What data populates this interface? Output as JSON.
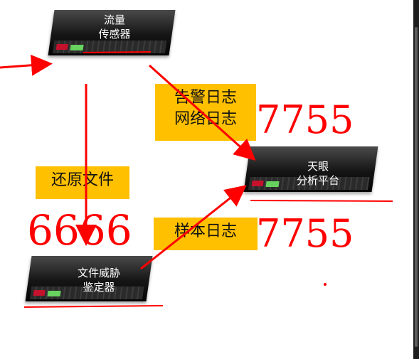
{
  "devices": {
    "traffic_sensor": "流量\n传感器",
    "file_threat": "文件威胁\n鉴定器",
    "analysis_platform": "天眼\n分析平台"
  },
  "edges": {
    "alert_network_log": "告警日志\n网络日志",
    "restore_file": "还原文件",
    "sample_log": "样本日志"
  },
  "annotations": {
    "handwritten_1": "7755",
    "handwritten_2": "6666",
    "handwritten_3": "7755"
  },
  "colors": {
    "arrow": "#ff0000",
    "label_bg": "#ffc000",
    "device": "#111111"
  }
}
